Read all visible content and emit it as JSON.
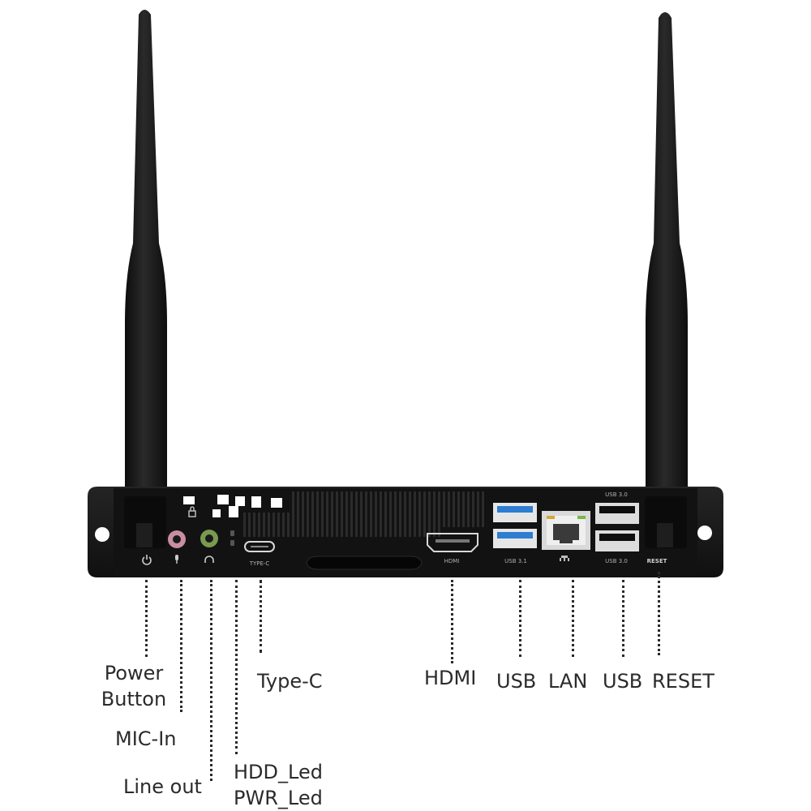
{
  "device": {
    "name": "Mini PC with dual antennas",
    "body_color": "#151515",
    "port_icons": [
      "power-icon",
      "mic-icon",
      "headphone-icon",
      "lock-icon"
    ],
    "panel_texts": {
      "type_c": "TYPE-C",
      "hdmi": "HDMI",
      "usb_left": "USB 3.1",
      "usb_right": "USB 3.0",
      "usb_top": "USB 3.0",
      "reset": "RESET"
    }
  },
  "callouts": {
    "power_button": [
      "Power",
      "Button"
    ],
    "mic_in": "MIC-In",
    "line_out": "Line out",
    "hdd_led": "HDD_Led",
    "pwr_led": "PWR_Led",
    "type_c": "Type-C",
    "hdmi": "HDMI",
    "usb_left": "USB",
    "lan": "LAN",
    "usb_right": "USB",
    "reset": "RESET"
  },
  "colors": {
    "usb3_blue": "#2d7dd2",
    "mic_pink": "#c98ea1",
    "line_out_green": "#7a9a4f"
  }
}
